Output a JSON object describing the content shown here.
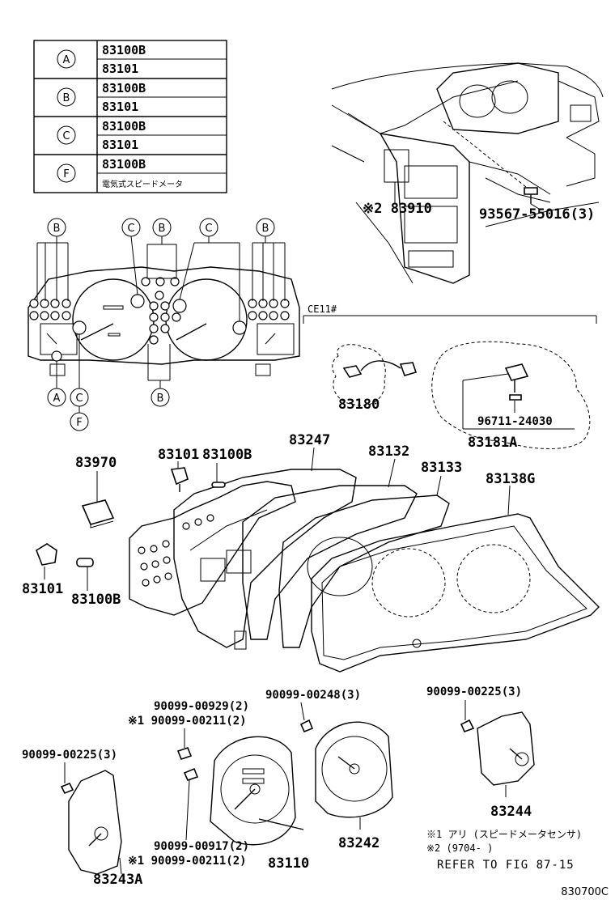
{
  "legend": {
    "rows": [
      {
        "letter": "A",
        "parts": [
          "83100B",
          "83101"
        ]
      },
      {
        "letter": "B",
        "parts": [
          "83100B",
          "83101"
        ]
      },
      {
        "letter": "C",
        "parts": [
          "83100B",
          "83101"
        ]
      },
      {
        "letter": "F",
        "parts": [
          "83100B",
          "電気式スピードメータ"
        ]
      }
    ]
  },
  "callouts": {
    "p83910": "※2 83910",
    "p93567": "93567-55016(3)",
    "ce11": "CE11#",
    "p83180": "83180",
    "p96711": "96711-24030",
    "p83181A": "83181A",
    "p83101a": "83101",
    "p83100Ba": "83100B",
    "p83247": "83247",
    "p83132": "83132",
    "p83133": "83133",
    "p83138G": "83138G",
    "p83970": "83970",
    "p83101b": "83101",
    "p83100Bb": "83100B",
    "p90099_00929": "90099-00929(2)",
    "p90099_00211a": "※1 90099-00211(2)",
    "p90099_00248": "90099-00248(3)",
    "p90099_00225a": "90099-00225(3)",
    "p90099_00225b": "90099-00225(3)",
    "p90099_00917": "90099-00917(2)",
    "p90099_00211b": "※1 90099-00211(2)",
    "p83110": "83110",
    "p83242": "83242",
    "p83244": "83244",
    "p83243A": "83243A"
  },
  "bulb_letters": {
    "top": [
      "B",
      "C",
      "B",
      "C",
      "B"
    ],
    "bottom": [
      "A",
      "C",
      "B"
    ],
    "f": "F"
  },
  "notes": {
    "n1": "※1 アリ (スピードメータセンサ)",
    "n2": "※2 (9704-        )",
    "refer": "REFER TO FIG 87-15",
    "code": "830700C"
  }
}
